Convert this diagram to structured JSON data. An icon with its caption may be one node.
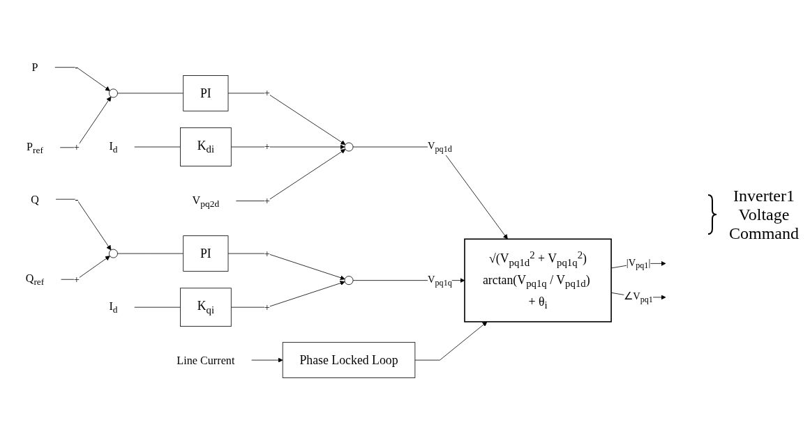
{
  "diagram": {
    "nodes": [
      {
        "text": [
          "P"
        ]
      },
      {
        "text": [
          "P$_{ref}$"
        ]
      },
      {
        "text": [],
        "shape": "circle"
      },
      {
        "text": [
          "PI"
        ]
      },
      {
        "text": [
          "I$_{d}$"
        ]
      },
      {
        "text": [
          "K$_{di}$"
        ]
      },
      {
        "text": [],
        "shape": "circle"
      },
      {
        "text": [
          "V$_{pq2d}$"
        ]
      },
      {
        "text": [
          "√(V$_{pq1d}$$^{2}$ + V$_{pq1q}$$^{2}$)",
          "arctan(V$_{pq1q}$ / V$_{pq1d}$) + θ$_{i}$"
        ]
      },
      {
        "text": [
          "Q"
        ]
      },
      {
        "text": [
          "Q$_{ref}$"
        ]
      },
      {
        "text": [],
        "shape": "circle"
      },
      {
        "text": [
          "PI"
        ]
      },
      {
        "text": [],
        "shape": "circle"
      },
      {
        "text": [
          "I$_{d}$"
        ]
      },
      {
        "text": [
          "K$_{qi}$"
        ]
      },
      {
        "text": [
          "Phase Locked Loop"
        ]
      },
      {
        "text": [
          "Line Current"
        ]
      }
    ],
    "edges": [
      {
        "from": 0,
        "to": 2,
        "arrow": "to",
        "label": "-"
      },
      {
        "from": 1,
        "to": 2,
        "arrow": "to",
        "label": "+"
      },
      {
        "from": 2,
        "to": 3,
        "arrow": "none"
      },
      {
        "from": 3,
        "to": 6,
        "arrow": "to",
        "label": "+"
      },
      {
        "from": 4,
        "to": 5,
        "arrow": "none"
      },
      {
        "from": 5,
        "to": 6,
        "arrow": "to",
        "label": "+"
      },
      {
        "from": 7,
        "to": 6,
        "arrow": "to",
        "label": "+"
      },
      {
        "from": 6,
        "to": 8,
        "arrow": "to",
        "label": "V$_{pq1d}$"
      },
      {
        "from": 9,
        "to": 11,
        "arrow": "to",
        "label": "-"
      },
      {
        "from": 10,
        "to": 11,
        "arrow": "to",
        "label": "+"
      },
      {
        "from": 11,
        "to": 12,
        "arrow": "none"
      },
      {
        "from": 12,
        "to": 13,
        "arrow": "to",
        "label": "+"
      },
      {
        "from": 14,
        "to": 15,
        "arrow": "none"
      },
      {
        "from": 15,
        "to": 13,
        "arrow": "to",
        "label": "+"
      },
      {
        "from": 13,
        "to": 8,
        "arrow": "to",
        "label": "V$_{pq1q}$"
      },
      {
        "from": 17,
        "to": 16,
        "arrow": "to"
      },
      {
        "from": 16,
        "to": 8,
        "arrow": "to"
      },
      {
        "from": 8,
        "to": null,
        "arrow": "to",
        "label": "|V$_{pq1}$|"
      },
      {
        "from": 8,
        "to": null,
        "arrow": "to",
        "label": "∠V$_{pq1}$"
      }
    ],
    "labels": [
      "Inverter1 Voltage Command"
    ]
  }
}
